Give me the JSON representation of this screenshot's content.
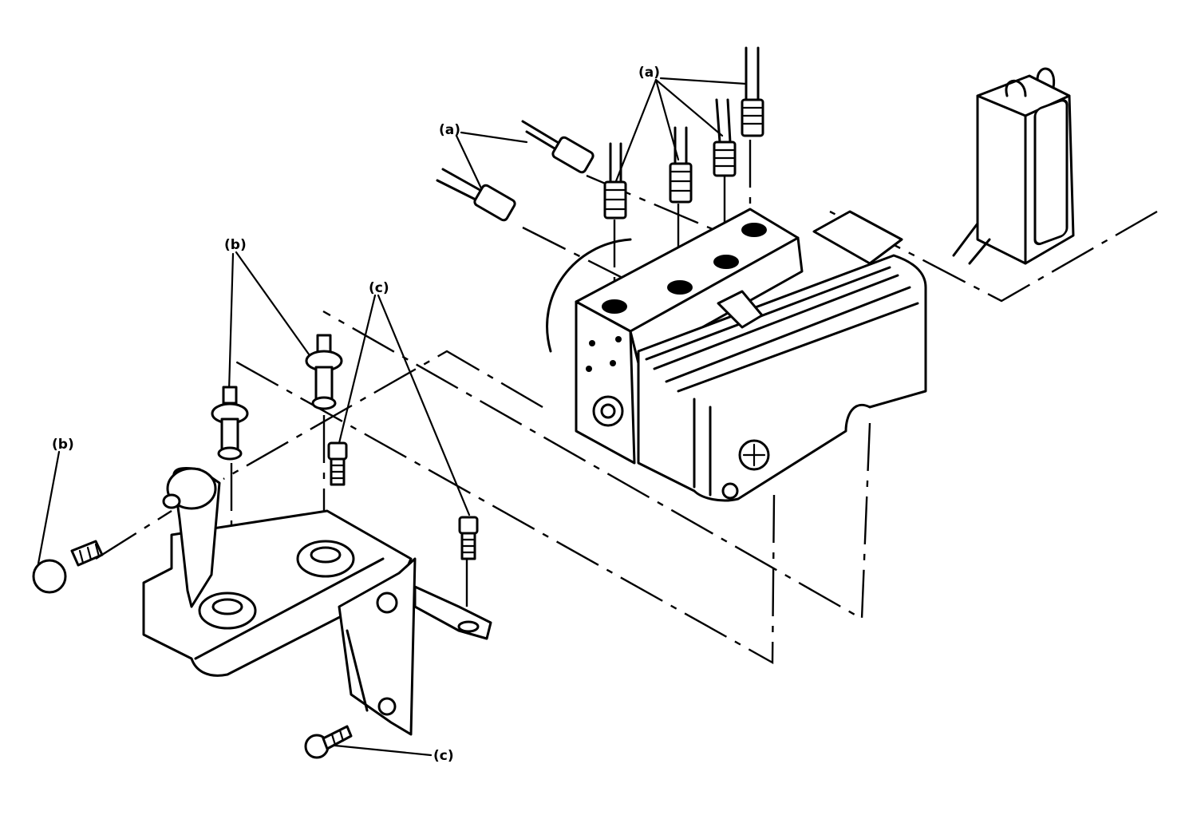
{
  "diagram": {
    "callouts": [
      {
        "id": "a-top",
        "text": "(a)"
      },
      {
        "id": "a-left",
        "text": "(a)"
      },
      {
        "id": "b-top",
        "text": "(b)"
      },
      {
        "id": "b-left",
        "text": "(b)"
      },
      {
        "id": "c-top",
        "text": "(c)"
      },
      {
        "id": "c-bottom",
        "text": "(c)"
      }
    ],
    "colors": {
      "line": "#000000",
      "background": "#ffffff"
    }
  }
}
